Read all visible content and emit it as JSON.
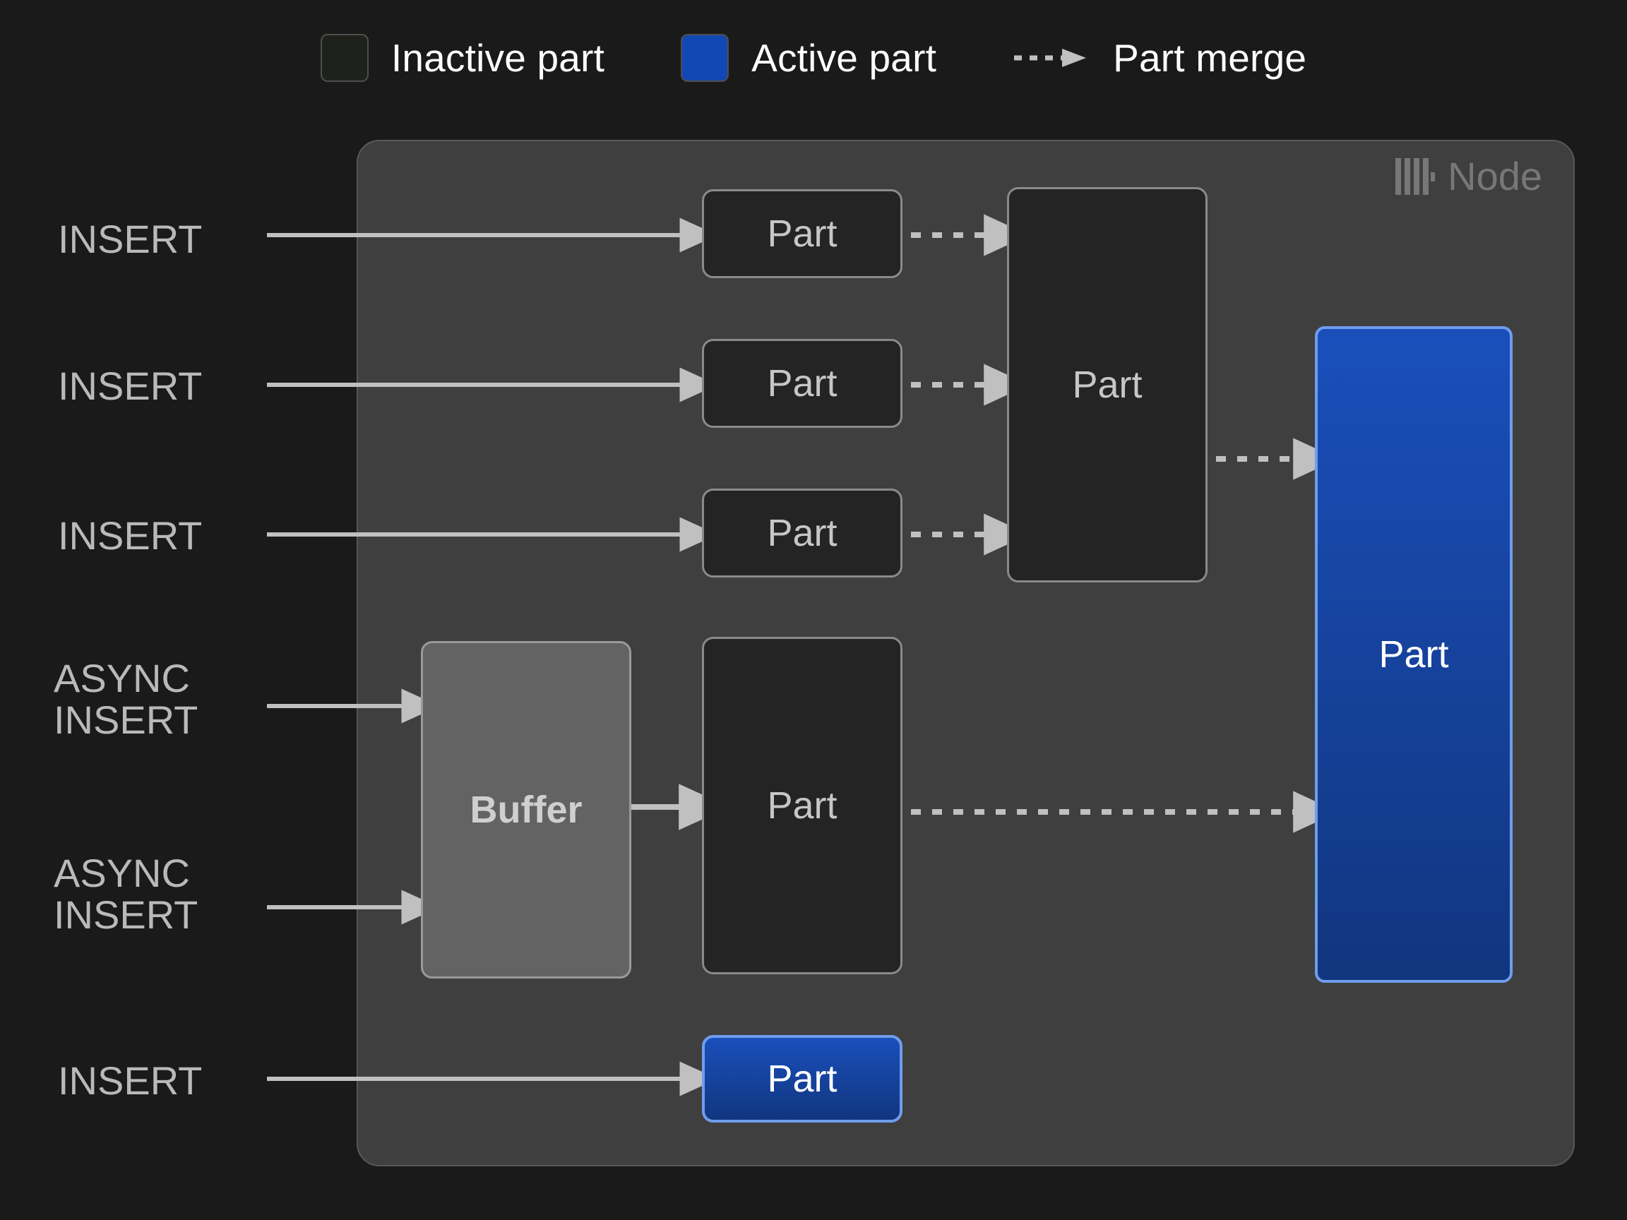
{
  "legend": {
    "items": [
      {
        "icon": "inactive-part-swatch",
        "label": "Inactive part",
        "color": "#1e211c"
      },
      {
        "icon": "active-part-swatch",
        "label": "Active part",
        "color": "#1248b4"
      },
      {
        "icon": "part-merge-dashed-arrow",
        "label": "Part merge",
        "color": "#c0c0c0"
      }
    ]
  },
  "node": {
    "title": "Node",
    "logo_icon": "clickhouse-logo-icon",
    "background": "#3f3f3f",
    "border": "#585858"
  },
  "sources": [
    {
      "name": "insert-1",
      "label": "INSERT"
    },
    {
      "name": "insert-2",
      "label": "INSERT"
    },
    {
      "name": "insert-3",
      "label": "INSERT"
    },
    {
      "name": "async-insert-1",
      "label": "ASYNC\nINSERT"
    },
    {
      "name": "async-insert-2",
      "label": "ASYNC\nINSERT"
    },
    {
      "name": "insert-4",
      "label": "INSERT"
    }
  ],
  "boxes": {
    "part_1": {
      "label": "Part",
      "state": "inactive"
    },
    "part_2": {
      "label": "Part",
      "state": "inactive"
    },
    "part_3": {
      "label": "Part",
      "state": "inactive"
    },
    "merged_part": {
      "label": "Part",
      "state": "inactive"
    },
    "buffer": {
      "label": "Buffer",
      "state": "buffer"
    },
    "buffer_part": {
      "label": "Part",
      "state": "inactive"
    },
    "big_active_part": {
      "label": "Part",
      "state": "active"
    },
    "bottom_active_part": {
      "label": "Part",
      "state": "active"
    }
  },
  "colors": {
    "canvas_background": "#1a1a1a",
    "node_background": "#3f3f3f",
    "inactive_fill": "#242424",
    "inactive_border": "#8a8a8a",
    "buffer_fill": "#636363",
    "active_fill": "#1248b4",
    "active_border": "#6f9dec",
    "arrow": "#c0c0c0",
    "text_primary": "#ffffff",
    "text_muted": "#b9b9b9",
    "node_title": "#777777"
  }
}
